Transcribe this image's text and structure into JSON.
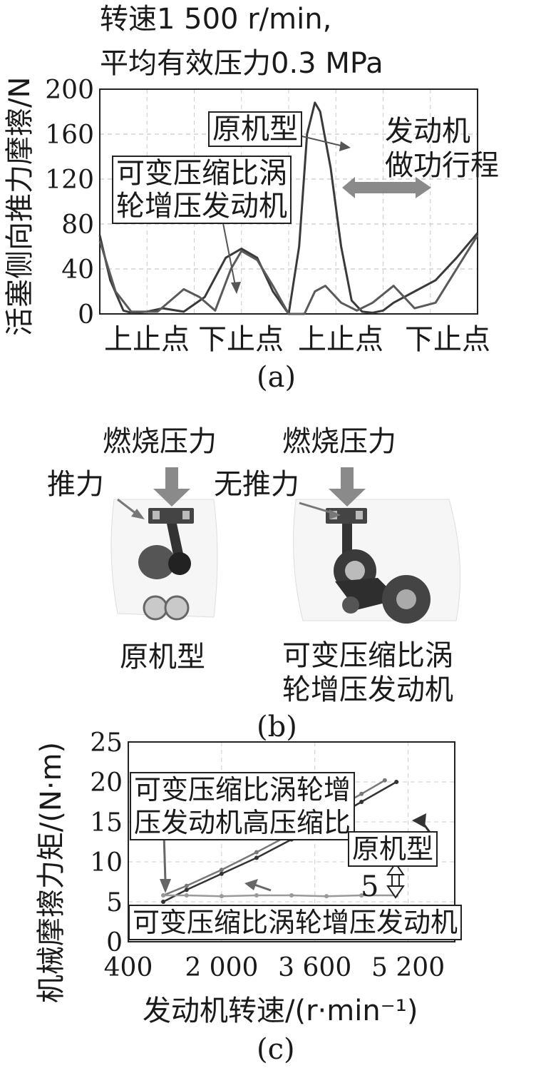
{
  "panel_a": {
    "header_line1": "转速1 500 r/min,",
    "header_line2": "平均有效压力0.3 MPa",
    "ylabel": "活塞侧向推力摩擦/N",
    "x_tick_groups": [
      "上止点",
      "下止点",
      "上止点",
      "下止点"
    ],
    "annotation_original": "原机型",
    "annotation_vcr_line1": "可变压缩比涡",
    "annotation_vcr_line2": "轮增压发动机",
    "annotation_stroke_line1": "发动机",
    "annotation_stroke_line2": "做功行程",
    "caption": "(a)"
  },
  "panel_b": {
    "left_top": "燃烧压力",
    "right_top": "燃烧压力",
    "left_side": "推力",
    "right_side": "无推力",
    "left_caption": "原机型",
    "right_caption_line1": "可变压缩比涡",
    "right_caption_line2": "轮增压发动机",
    "caption": "(b)",
    "colors": {
      "arrow": "#7a7a7a",
      "part": "#2e2e2e"
    }
  },
  "panel_c": {
    "ylabel": "机械摩擦力矩/(N·m)",
    "xlabel": "发动机转速/(r·min⁻¹)",
    "annotation_high_line1": "可变压缩比涡轮增",
    "annotation_high_line2": "压发动机高压缩比",
    "annotation_original": "原机型",
    "annotation_vcr": "可变压缩比涡轮增压发动机",
    "diff_label": "5",
    "caption": "(c)"
  },
  "chart_data": [
    {
      "type": "line",
      "panel": "a",
      "title": "转速1 500 r/min, 平均有效压力0.3 MPa",
      "ylabel": "活塞侧向推力摩擦/N",
      "xlabel": "",
      "x_categories": [
        "上止点",
        "下止点",
        "上止点",
        "下止点",
        "上止点"
      ],
      "xlim": [
        0,
        720
      ],
      "ylim": [
        0,
        200
      ],
      "yticks": [
        0,
        40,
        80,
        120,
        160,
        200
      ],
      "grid": true,
      "series": [
        {
          "name": "原机型",
          "x": [
            0,
            20,
            45,
            60,
            90,
            120,
            160,
            200,
            240,
            270,
            300,
            330,
            360,
            380,
            395,
            410,
            420,
            440,
            460,
            480,
            500,
            520,
            540,
            560,
            600,
            640,
            680,
            720
          ],
          "y": [
            70,
            30,
            3,
            1,
            2,
            5,
            2,
            15,
            50,
            58,
            50,
            20,
            0,
            60,
            160,
            188,
            180,
            130,
            60,
            12,
            2,
            1,
            3,
            10,
            20,
            30,
            50,
            72
          ]
        },
        {
          "name": "可变压缩比涡轮增压发动机",
          "x": [
            0,
            30,
            60,
            110,
            160,
            190,
            220,
            250,
            270,
            300,
            330,
            360,
            390,
            410,
            430,
            460,
            490,
            520,
            560,
            600,
            640,
            680,
            720
          ],
          "y": [
            65,
            20,
            2,
            2,
            22,
            15,
            3,
            40,
            56,
            48,
            25,
            0,
            0,
            20,
            25,
            10,
            3,
            10,
            25,
            5,
            10,
            40,
            70
          ]
        }
      ],
      "annotations": [
        "原机型",
        "可变压缩比涡轮增压发动机",
        "发动机做功行程"
      ]
    },
    {
      "type": "line",
      "panel": "c",
      "title": "",
      "xlabel": "发动机转速/(r·min⁻¹)",
      "ylabel": "机械摩擦力矩/(N·m)",
      "xlim": [
        400,
        6000
      ],
      "ylim": [
        0,
        25
      ],
      "xticks": [
        400,
        2000,
        3600,
        5200
      ],
      "yticks": [
        0,
        5,
        10,
        15,
        20,
        25
      ],
      "grid": true,
      "series": [
        {
          "name": "原机型",
          "x": [
            1000,
            1400,
            2000,
            2600,
            3200,
            3800,
            4400,
            5000
          ],
          "y": [
            5.0,
            6.5,
            8.5,
            10.5,
            12.8,
            15.0,
            17.5,
            20.0
          ]
        },
        {
          "name": "可变压缩比涡轮增压发动机高压缩比",
          "x": [
            1000,
            1400,
            2000,
            2600,
            3200,
            3800,
            4400,
            4800
          ],
          "y": [
            5.8,
            7.0,
            9.0,
            11.2,
            13.5,
            16.0,
            18.5,
            20.2
          ]
        },
        {
          "name": "可变压缩比涡轮增压发动机",
          "x": [
            1000,
            1400,
            2000,
            2600,
            3200,
            3800,
            4400,
            5000
          ],
          "y": [
            5.8,
            5.8,
            5.7,
            5.8,
            5.8,
            5.7,
            5.8,
            5.8
          ]
        }
      ],
      "annotations": [
        "可变压缩比涡轮增压发动机高压缩比",
        "原机型",
        "可变压缩比涡轮增压发动机",
        "5"
      ]
    }
  ]
}
